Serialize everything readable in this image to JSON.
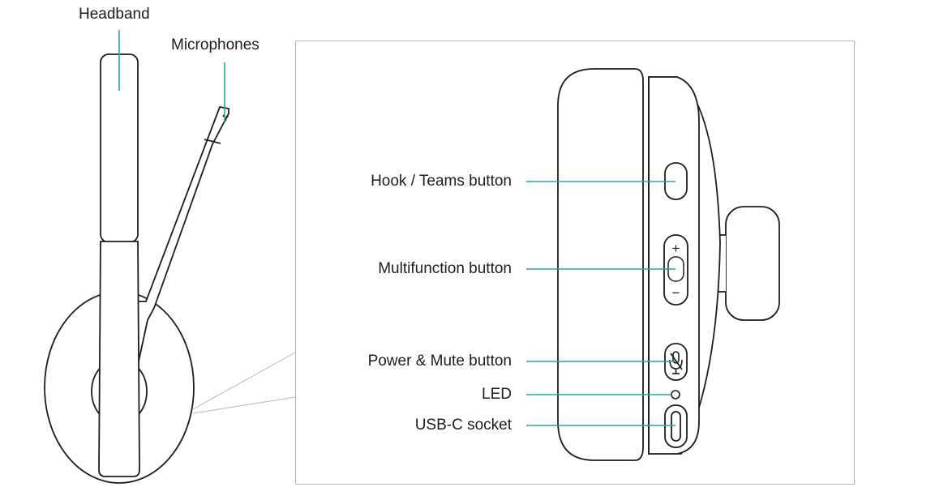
{
  "callouts": {
    "headband": "Headband",
    "microphones": "Microphones",
    "hook_teams_button": "Hook / Teams button",
    "multifunction_button": "Multifunction button",
    "power_mute_button": "Power & Mute button",
    "led": "LED",
    "usb_c_socket": "USB-C socket"
  },
  "button_symbols": {
    "plus": "+",
    "minus": "−"
  },
  "colors": {
    "leader_line": "#2aa6a0",
    "outline": "#1d1d1b",
    "frame": "#b8b8b8"
  }
}
